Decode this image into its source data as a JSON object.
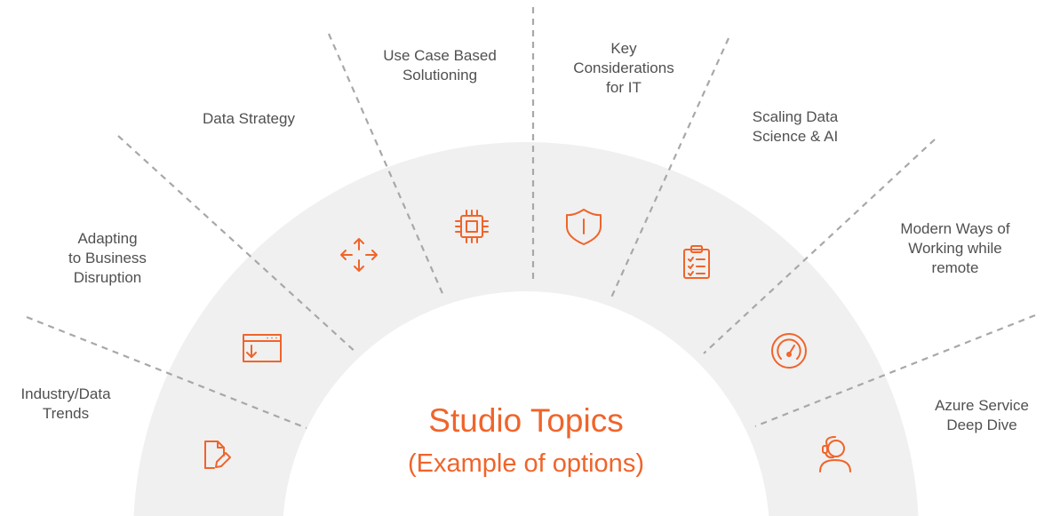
{
  "diagram": {
    "title": "Studio Topics",
    "subtitle": "(Example of options)",
    "accent_color": "#F0642A",
    "band_color": "#F0F0F0",
    "divider_color": "#A8A8A8",
    "topics": [
      {
        "lines": [
          "Industry/Data",
          "Trends"
        ],
        "icon": "document-edit-icon"
      },
      {
        "lines": [
          "Adapting",
          "to Business",
          "Disruption"
        ],
        "icon": "browser-download-icon"
      },
      {
        "lines": [
          "Data Strategy"
        ],
        "icon": "arrows-expand-icon"
      },
      {
        "lines": [
          "Use Case Based",
          "Solutioning"
        ],
        "icon": "processor-chip-icon"
      },
      {
        "lines": [
          "Key",
          "Considerations",
          "for IT"
        ],
        "icon": "shield-icon"
      },
      {
        "lines": [
          "Scaling Data",
          "Science & AI"
        ],
        "icon": "clipboard-checklist-icon"
      },
      {
        "lines": [
          "Modern Ways of",
          "Working while",
          "remote"
        ],
        "icon": "speedometer-icon"
      },
      {
        "lines": [
          "Azure Service",
          "Deep Dive"
        ],
        "icon": "headset-person-icon"
      }
    ]
  }
}
